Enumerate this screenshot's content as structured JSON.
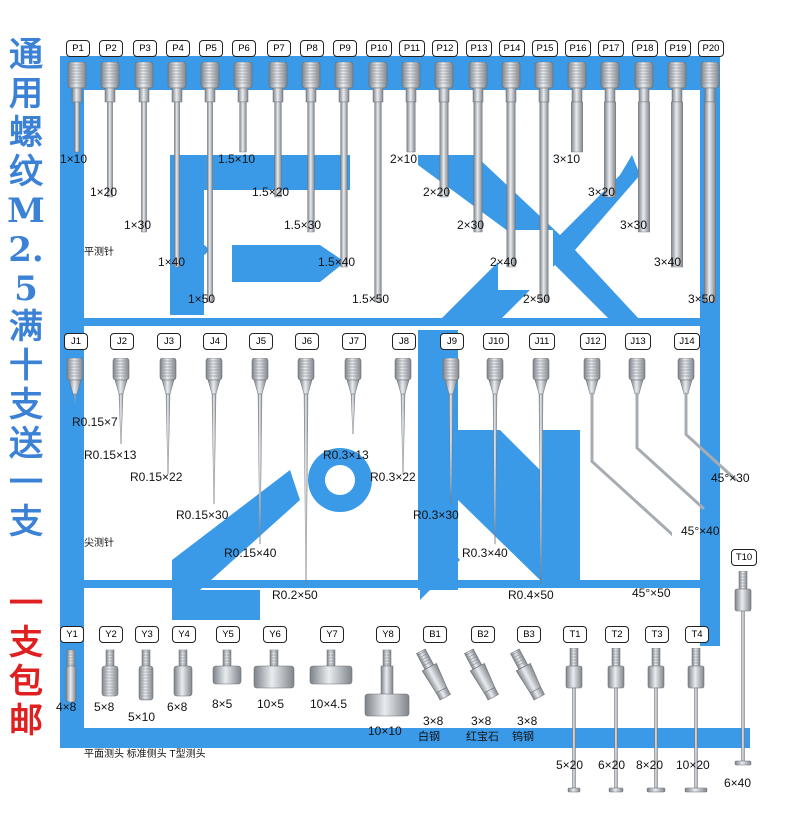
{
  "side_title": {
    "line1": "通用螺纹M2.5",
    "line2": "满十支送一支",
    "line3": "一支包邮"
  },
  "categories": {
    "flat": "平测针",
    "pointed": "尖测针",
    "bottom": "平面测头 标准侧头 T型测头"
  },
  "p_probes": [
    {
      "code": "P1",
      "size": "1×10"
    },
    {
      "code": "P2",
      "size": "1×20"
    },
    {
      "code": "P3",
      "size": "1×30"
    },
    {
      "code": "P4",
      "size": "1×40"
    },
    {
      "code": "P5",
      "size": "1×50"
    },
    {
      "code": "P6",
      "size": "1.5×10"
    },
    {
      "code": "P7",
      "size": "1.5×20"
    },
    {
      "code": "P8",
      "size": "1.5×30"
    },
    {
      "code": "P9",
      "size": "1.5×40"
    },
    {
      "code": "P10",
      "size": "1.5×50"
    },
    {
      "code": "P11",
      "size": "2×10"
    },
    {
      "code": "P12",
      "size": "2×20"
    },
    {
      "code": "P13",
      "size": "2×30"
    },
    {
      "code": "P14",
      "size": "2×40"
    },
    {
      "code": "P15",
      "size": "2×50"
    },
    {
      "code": "P16",
      "size": "3×10"
    },
    {
      "code": "P17",
      "size": "3×20"
    },
    {
      "code": "P18",
      "size": "3×30"
    },
    {
      "code": "P19",
      "size": "3×40"
    },
    {
      "code": "P20",
      "size": "3×50"
    }
  ],
  "j_probes": [
    {
      "code": "J1",
      "size": "R0.15×7"
    },
    {
      "code": "J2",
      "size": "R0.15×13"
    },
    {
      "code": "J3",
      "size": "R0.15×22"
    },
    {
      "code": "J4",
      "size": "R0.15×30"
    },
    {
      "code": "J5",
      "size": "R0.15×40"
    },
    {
      "code": "J6",
      "size": "R0.2×50"
    },
    {
      "code": "J7",
      "size": "R0.3×13"
    },
    {
      "code": "J8",
      "size": "R0.3×22"
    },
    {
      "code": "J9",
      "size": "R0.3×30"
    },
    {
      "code": "J10",
      "size": "R0.3×40"
    },
    {
      "code": "J11",
      "size": "R0.4×50"
    },
    {
      "code": "J12",
      "size": "45°×50"
    },
    {
      "code": "J13",
      "size": "45°×40"
    },
    {
      "code": "J14",
      "size": "45°×30"
    }
  ],
  "y_probes": [
    {
      "code": "Y1",
      "size": "4×8"
    },
    {
      "code": "Y2",
      "size": "5×8"
    },
    {
      "code": "Y3",
      "size": "5×10"
    },
    {
      "code": "Y4",
      "size": "6×8"
    },
    {
      "code": "Y5",
      "size": "8×5"
    },
    {
      "code": "Y6",
      "size": "10×5"
    },
    {
      "code": "Y7",
      "size": "10×4.5"
    },
    {
      "code": "Y8",
      "size": "10×10"
    }
  ],
  "b_probes": [
    {
      "code": "B1",
      "size": "3×8",
      "material": "白钢"
    },
    {
      "code": "B2",
      "size": "3×8",
      "material": "红宝石"
    },
    {
      "code": "B3",
      "size": "3×8",
      "material": "钨钢"
    }
  ],
  "t_probes": [
    {
      "code": "T1",
      "size": "5×20"
    },
    {
      "code": "T2",
      "size": "6×20"
    },
    {
      "code": "T3",
      "size": "8×20"
    },
    {
      "code": "T4",
      "size": "10×20"
    },
    {
      "code": "T10",
      "size": "6×40"
    }
  ],
  "colors": {
    "background_blue": "#3b9ae8",
    "title_blue": "#3b82d6",
    "title_red": "#e02020",
    "steel": "#b8bcc2"
  }
}
